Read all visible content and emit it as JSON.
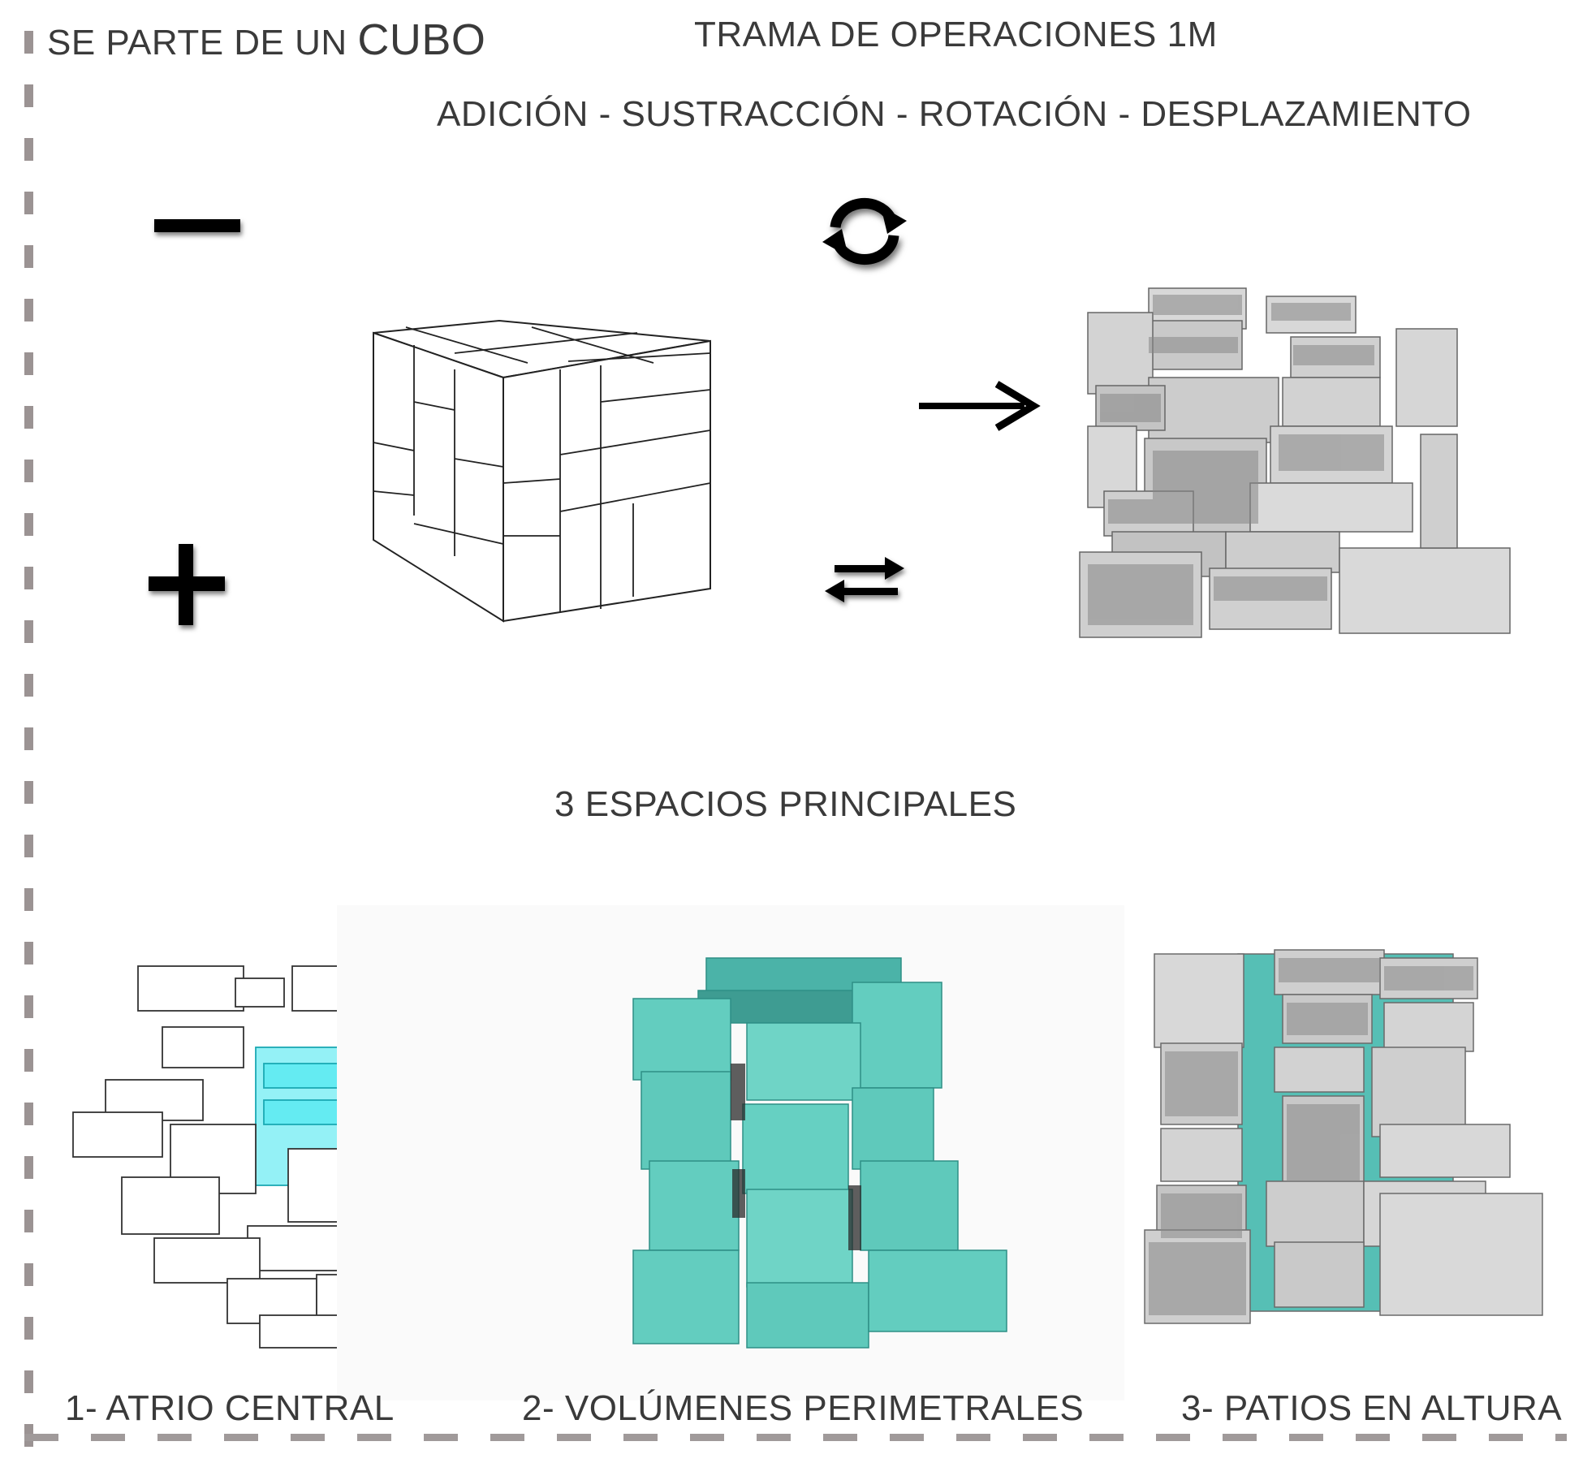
{
  "header": {
    "subtitle_prefix": "SE PARTE DE UN",
    "subtitle_emph": "CUBO",
    "title": "TRAMA DE OPERACIONES 1M",
    "operations": "ADICIÓN - SUSTRACCIÓN - ROTACIÓN - DESPLAZAMIENTO"
  },
  "operation_icons": [
    "minus-icon",
    "plus-icon",
    "rotate-icon",
    "swap-arrows-icon",
    "arrow-right-icon"
  ],
  "middle": {
    "heading": "3 ESPACIOS PRINCIPALES"
  },
  "spaces": [
    {
      "label": "1- ATRIO CENTRAL"
    },
    {
      "label": "2- VOLÚMENES PERIMETRALES"
    },
    {
      "label": "3- PATIOS EN ALTURA"
    }
  ],
  "colors": {
    "text": "#3a3a3a",
    "dash": "#9b9393",
    "cyan_highlight": "#38e8f0",
    "teal_volume": "#5fc9bb",
    "gray_facade": "#cfcfcf"
  }
}
